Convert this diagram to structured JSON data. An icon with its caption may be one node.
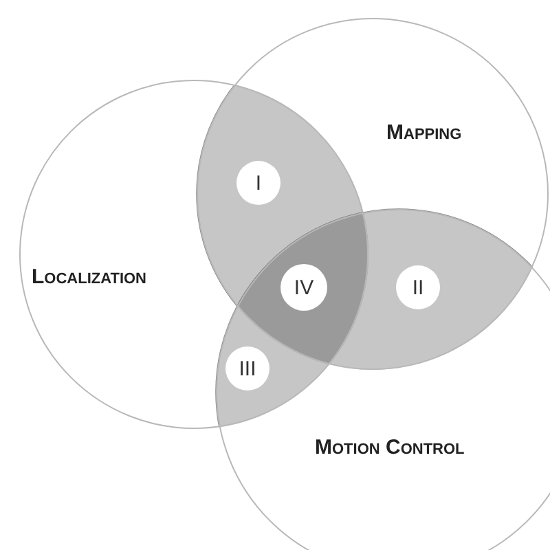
{
  "diagram": {
    "nodes": [
      {
        "text": [
          "Localization"
        ]
      },
      {
        "text": [
          "Mapping"
        ]
      },
      {
        "text": [
          "Motion Control"
        ]
      },
      {
        "text": [
          "I"
        ]
      },
      {
        "text": [
          "IV"
        ]
      },
      {
        "text": [
          "II"
        ]
      },
      {
        "text": [
          "III"
        ]
      }
    ],
    "edges": []
  }
}
